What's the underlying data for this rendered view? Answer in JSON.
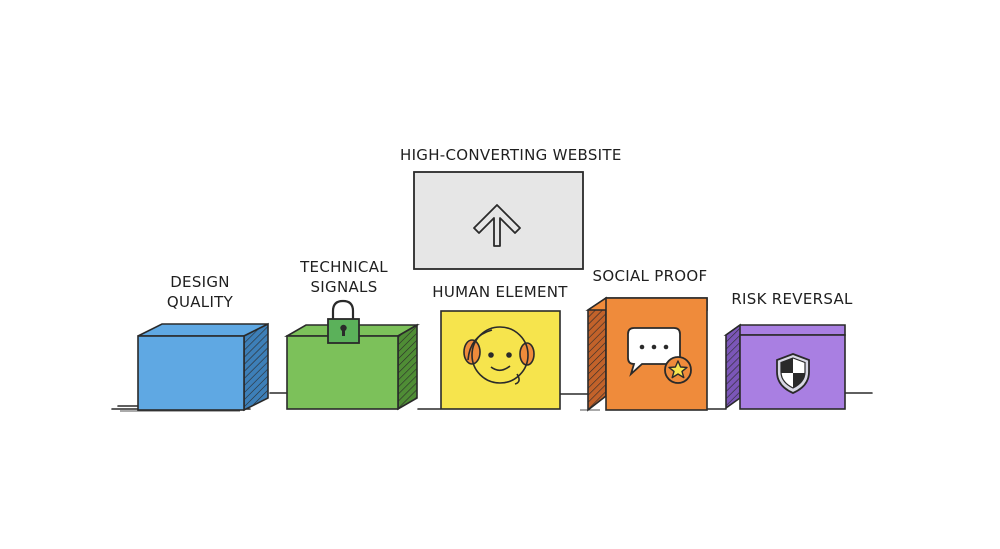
{
  "title": "HIGH-CONVERTING WEBSITE",
  "blocks": [
    {
      "label_lines": [
        "DESIGN",
        "QUALITY"
      ],
      "color": "#5fa8e3",
      "side_color": "#3d7fb8",
      "icon": ""
    },
    {
      "label_lines": [
        "TECHNICAL",
        "SIGNALS"
      ],
      "color": "#7cc15a",
      "side_color": "#4f8d35",
      "icon": "padlock-icon"
    },
    {
      "label_lines": [
        "HUMAN ELEMENT"
      ],
      "color": "#f6e44d",
      "side_color": "#cdb92c",
      "icon": "smiling-face-icon"
    },
    {
      "label_lines": [
        "SOCIAL PROOF"
      ],
      "color": "#ef8b3b",
      "side_color": "#c2622a",
      "icon": "speech-bubble-star-icon"
    },
    {
      "label_lines": [
        "RISK REVERSAL"
      ],
      "color": "#a97fe2",
      "side_color": "#7b56b8",
      "icon": "shield-icon"
    }
  ],
  "colors": {
    "outline": "#2a2a2a",
    "top_box_fill": "#e6e6e6",
    "lock_body": "#5bb15a",
    "background": "#ffffff"
  }
}
